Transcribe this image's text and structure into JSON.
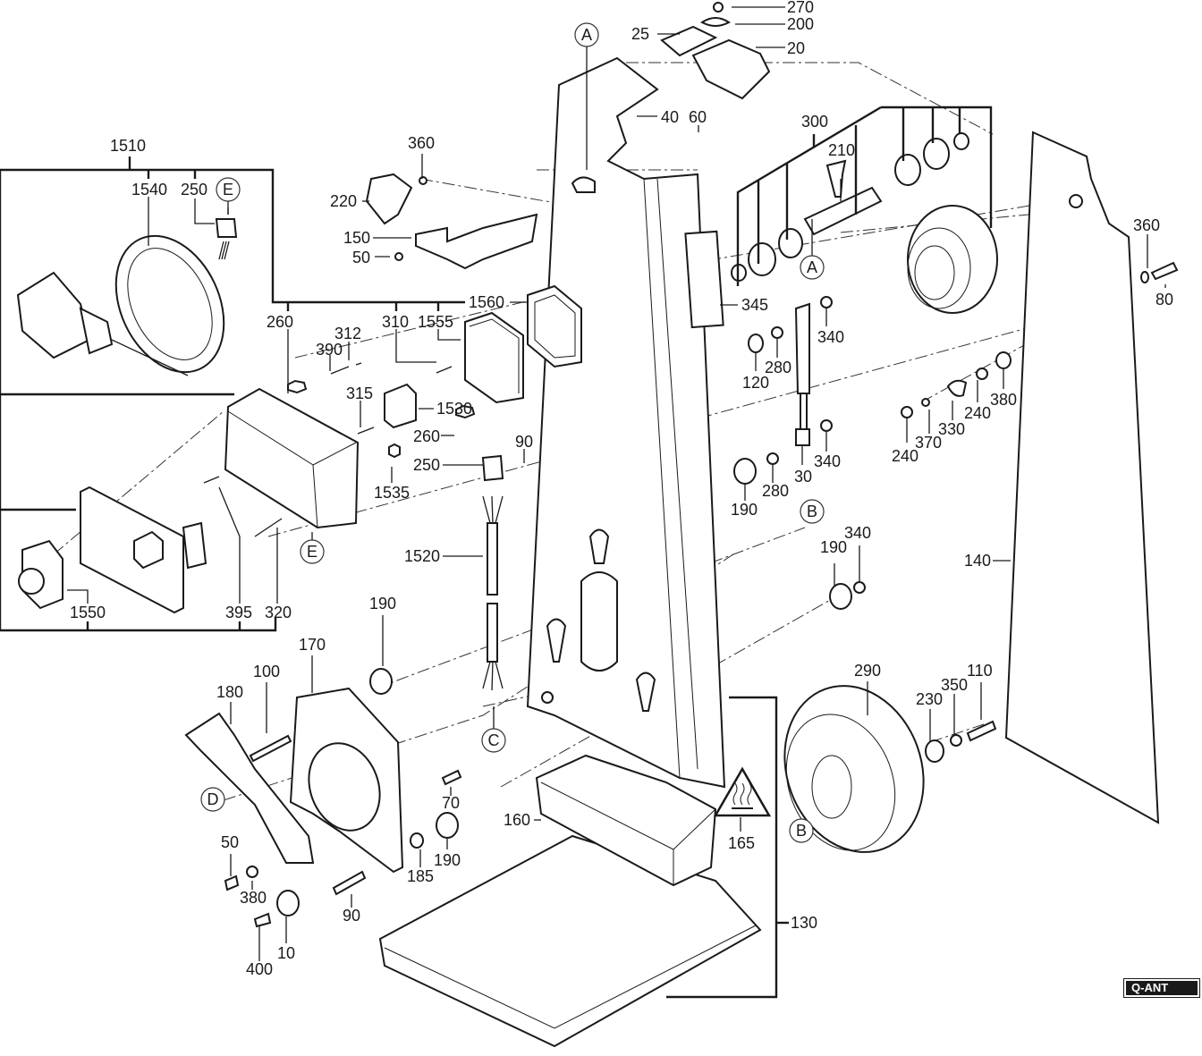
{
  "diagram": {
    "title": "Exploded parts view – belt grinder stand assembly",
    "labels": [
      {
        "id": "l270",
        "text": "270"
      },
      {
        "id": "l200",
        "text": "200"
      },
      {
        "id": "l25",
        "text": "25"
      },
      {
        "id": "l20",
        "text": "20"
      },
      {
        "id": "l40",
        "text": "40"
      },
      {
        "id": "l60",
        "text": "60"
      },
      {
        "id": "l300",
        "text": "300"
      },
      {
        "id": "l210",
        "text": "210"
      },
      {
        "id": "l1510",
        "text": "1510"
      },
      {
        "id": "l1540",
        "text": "1540"
      },
      {
        "id": "l250a",
        "text": "250"
      },
      {
        "id": "l360a",
        "text": "360"
      },
      {
        "id": "l220",
        "text": "220"
      },
      {
        "id": "l150",
        "text": "150"
      },
      {
        "id": "l50a",
        "text": "50"
      },
      {
        "id": "l1560",
        "text": "1560"
      },
      {
        "id": "l345",
        "text": "345"
      },
      {
        "id": "l360b",
        "text": "360"
      },
      {
        "id": "l80",
        "text": "80"
      },
      {
        "id": "l260a",
        "text": "260"
      },
      {
        "id": "l310",
        "text": "310"
      },
      {
        "id": "l1555",
        "text": "1555"
      },
      {
        "id": "l312",
        "text": "312"
      },
      {
        "id": "l390",
        "text": "390"
      },
      {
        "id": "l315",
        "text": "315"
      },
      {
        "id": "l1530",
        "text": "1530"
      },
      {
        "id": "l260b",
        "text": "260"
      },
      {
        "id": "l250b",
        "text": "250"
      },
      {
        "id": "l1535",
        "text": "1535"
      },
      {
        "id": "l90a",
        "text": "90"
      },
      {
        "id": "l340a",
        "text": "340"
      },
      {
        "id": "l280a",
        "text": "280"
      },
      {
        "id": "l120",
        "text": "120"
      },
      {
        "id": "l340b",
        "text": "340"
      },
      {
        "id": "l30",
        "text": "30"
      },
      {
        "id": "l280b",
        "text": "280"
      },
      {
        "id": "l190a",
        "text": "190"
      },
      {
        "id": "l380a",
        "text": "380"
      },
      {
        "id": "l240a",
        "text": "240"
      },
      {
        "id": "l330",
        "text": "330"
      },
      {
        "id": "l370",
        "text": "370"
      },
      {
        "id": "l240b",
        "text": "240"
      },
      {
        "id": "l190b",
        "text": "190"
      },
      {
        "id": "l340c",
        "text": "340"
      },
      {
        "id": "l140",
        "text": "140"
      },
      {
        "id": "l1520",
        "text": "1520"
      },
      {
        "id": "l1550",
        "text": "1550"
      },
      {
        "id": "l395",
        "text": "395"
      },
      {
        "id": "l320",
        "text": "320"
      },
      {
        "id": "l190c",
        "text": "190"
      },
      {
        "id": "l170",
        "text": "170"
      },
      {
        "id": "l100",
        "text": "100"
      },
      {
        "id": "l180",
        "text": "180"
      },
      {
        "id": "l70",
        "text": "70"
      },
      {
        "id": "l185",
        "text": "185"
      },
      {
        "id": "l190d",
        "text": "190"
      },
      {
        "id": "l50b",
        "text": "50"
      },
      {
        "id": "l380b",
        "text": "380"
      },
      {
        "id": "l90b",
        "text": "90"
      },
      {
        "id": "l10",
        "text": "10"
      },
      {
        "id": "l400",
        "text": "400"
      },
      {
        "id": "l160",
        "text": "160"
      },
      {
        "id": "l165",
        "text": "165"
      },
      {
        "id": "l130",
        "text": "130"
      },
      {
        "id": "l290",
        "text": "290"
      },
      {
        "id": "l230",
        "text": "230"
      },
      {
        "id": "l350",
        "text": "350"
      },
      {
        "id": "l110",
        "text": "110"
      }
    ],
    "refs": {
      "A1": "A",
      "A2": "A",
      "B1": "B",
      "B2": "B",
      "C": "C",
      "D": "D",
      "E1": "E",
      "E2": "E"
    },
    "warning_symbol": "hot-surface-warning",
    "badge": "Q-ANT"
  }
}
